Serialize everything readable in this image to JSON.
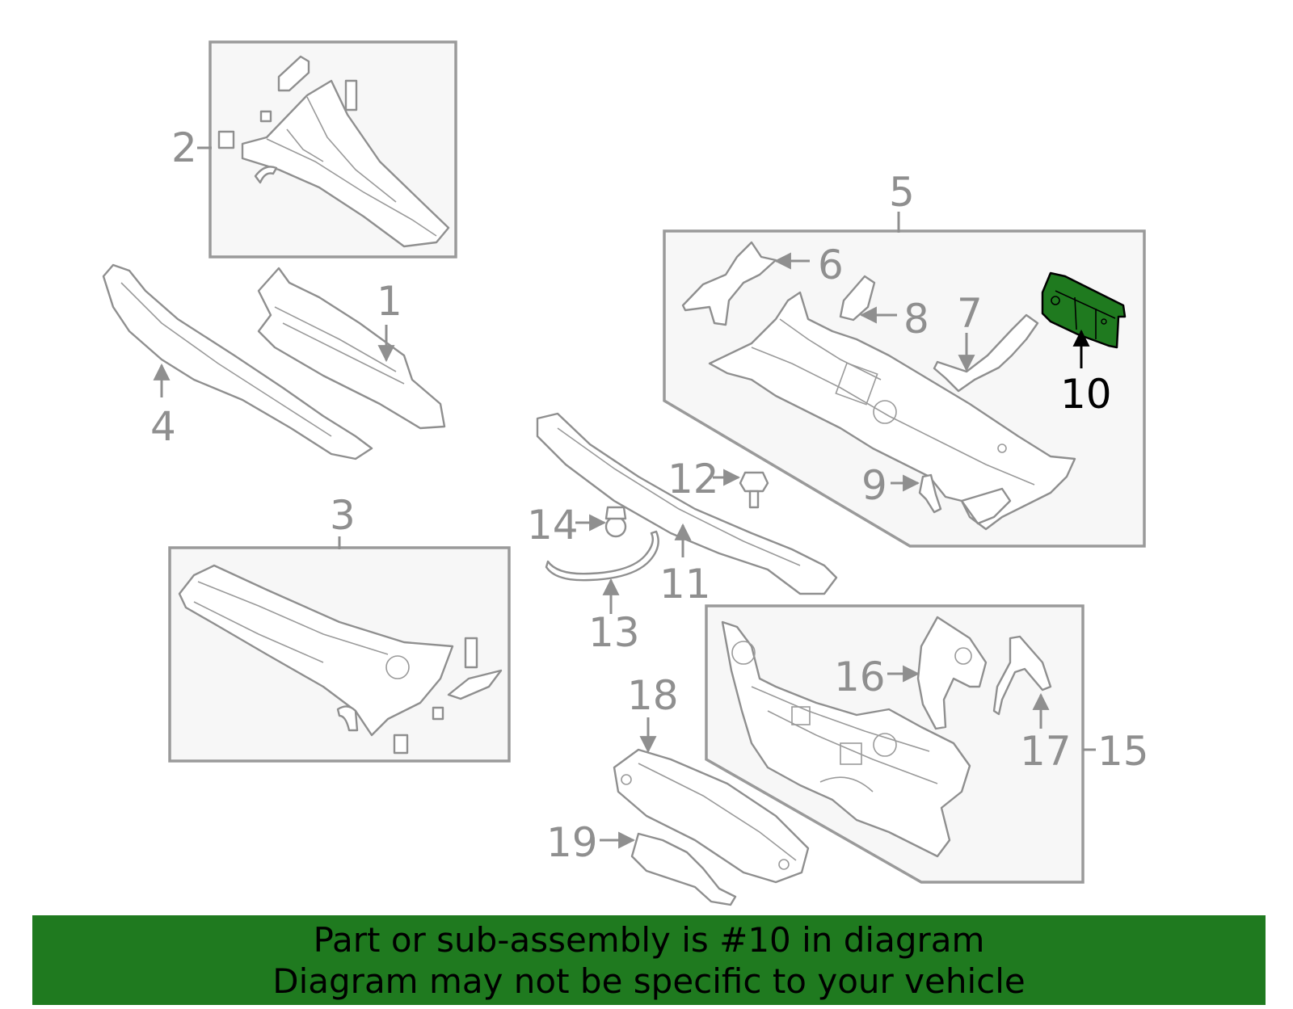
{
  "highlight": {
    "part": "10",
    "color": "#1f7a1f"
  },
  "callouts": [
    "1",
    "2",
    "3",
    "4",
    "5",
    "6",
    "7",
    "8",
    "9",
    "10",
    "11",
    "12",
    "13",
    "14",
    "15",
    "16",
    "17",
    "18",
    "19"
  ],
  "footer": {
    "line1": "Part or sub-assembly is #10 in diagram",
    "line2": "Diagram may not be specific to your vehicle"
  },
  "colors": {
    "line": "#8f8f8f",
    "box_fill": "#f7f7f7",
    "banner": "#1f7a1f",
    "text_dark": "#000000"
  }
}
